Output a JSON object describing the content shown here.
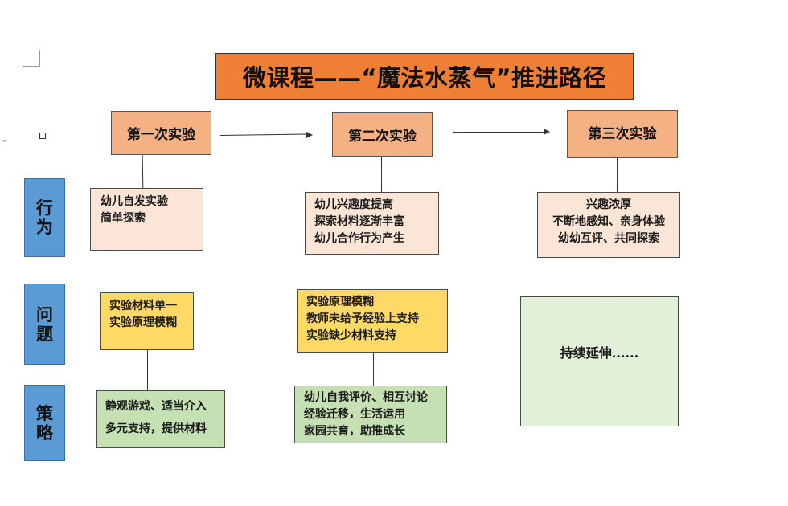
{
  "title": "微课程——“魔法水蒸气”推进路径",
  "stages": [
    "第一次实验",
    "第二次实验",
    "第三次实验"
  ],
  "sides": {
    "behavior": [
      "行",
      "为"
    ],
    "problem": [
      "问",
      "题"
    ],
    "strategy": [
      "策",
      "略"
    ]
  },
  "behavior": [
    [
      "幼儿自发实验",
      "简单探索"
    ],
    [
      "幼儿兴趣度提高",
      "探索材料逐渐丰富",
      "幼儿合作行为产生"
    ],
    [
      "兴趣浓厚",
      "不断地感知、亲身体验",
      "幼幼互评、共同探索"
    ]
  ],
  "problem": [
    [
      "实验材料单一",
      "实验原理模糊"
    ],
    [
      "实验原理模糊",
      "教师未给予经验上支持",
      "实验缺少材料支持"
    ]
  ],
  "strategy": [
    [
      "静观游戏、适当介入",
      "多元支持，提供材料"
    ],
    [
      "幼儿自我评价、相互讨论",
      "经验迁移，生活运用",
      "家园共育，助推成长"
    ]
  ],
  "continue_text": "持续延伸......",
  "colors": {
    "title_bg": "#ef7f35",
    "stage_bg": "#f4b183",
    "side_bg": "#5b9bd5",
    "behavior_bg": "#fbe5d6",
    "problem_bg": "#ffd966",
    "strategy_bg": "#c5e0b3",
    "continue_bg": "#e2efd9"
  }
}
